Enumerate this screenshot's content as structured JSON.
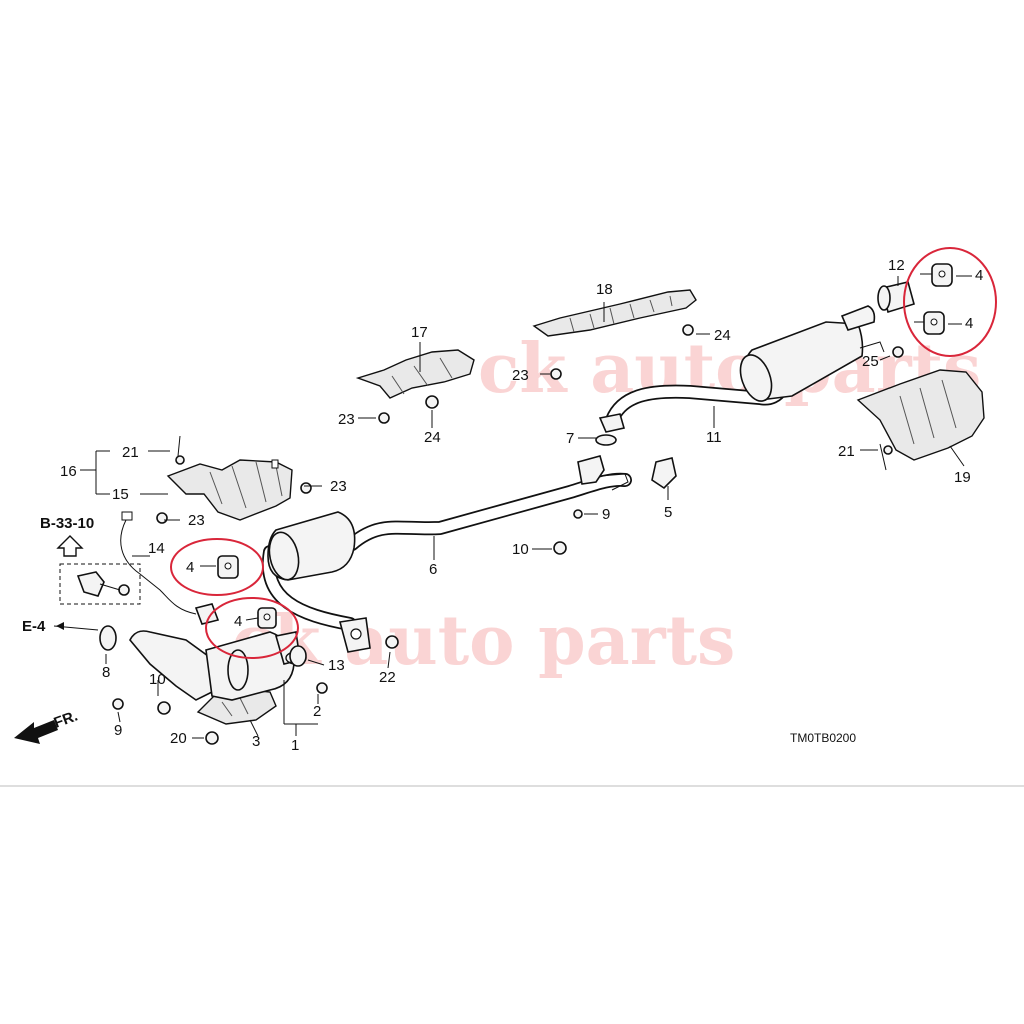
{
  "diagram": {
    "watermark_top": "ck auto parts",
    "watermark_mid": "ck auto parts",
    "diagram_code": "TM0TB0200",
    "front_arrow_label": "FR.",
    "references": {
      "b": "B-33-10",
      "e": "E-4"
    },
    "callouts": {
      "p1": "1",
      "p2": "2",
      "p3": "3",
      "p4a": "4",
      "p4b": "4",
      "p4c": "4",
      "p4d": "4",
      "p5": "5",
      "p6": "6",
      "p7": "7",
      "p8": "8",
      "p9a": "9",
      "p9b": "9",
      "p10a": "10",
      "p10b": "10",
      "p11": "11",
      "p12": "12",
      "p13": "13",
      "p14": "14",
      "p15": "15",
      "p16": "16",
      "p17": "17",
      "p18": "18",
      "p19": "19",
      "p20": "20",
      "p21a": "21",
      "p21b": "21",
      "p22": "22",
      "p23a": "23",
      "p23b": "23",
      "p23c": "23",
      "p23d": "23",
      "p24a": "24",
      "p24b": "24",
      "p25": "25"
    },
    "highlight_color": "#d9263a",
    "watermark_color": "#f4a0a0"
  }
}
